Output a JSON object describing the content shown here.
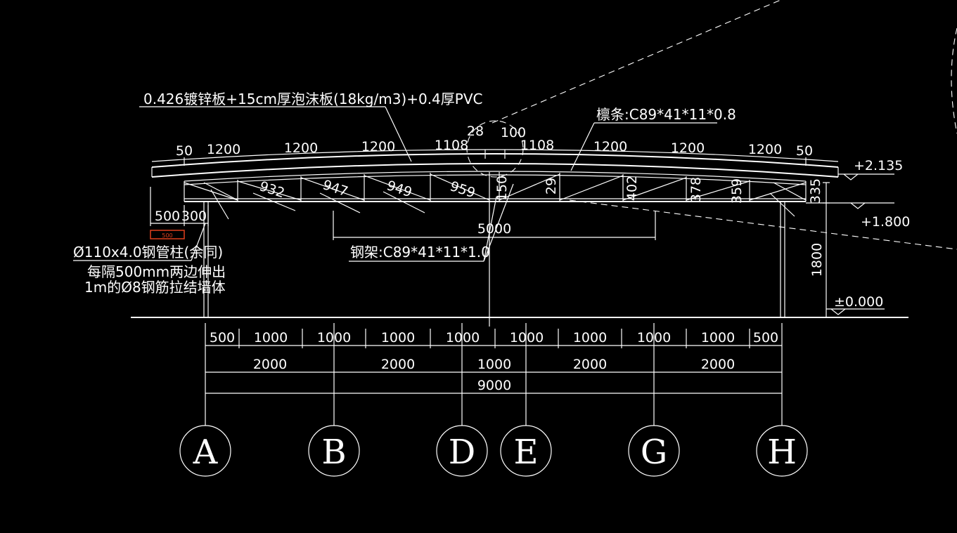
{
  "notes": {
    "roof_spec": "0.426镀锌板+15cm厚泡沫板(18kg/m3)+0.4厚PVC",
    "purlin_spec": "檩条:C89*41*11*0.8",
    "truss_spec": "钢架:C89*41*11*1.0",
    "column_spec": "Ø110x4.0钢管柱(余同)",
    "rebar_line1": "每隔500mm两边伸出",
    "rebar_line2": "1m的Ø8钢筋拉结墙体",
    "red_label": "500"
  },
  "top_dims": {
    "left": [
      "50",
      "1200",
      "1200",
      "1200",
      "1108"
    ],
    "right": [
      "1108",
      "1200",
      "1200",
      "1200",
      "50"
    ],
    "center_a": "28",
    "center_b": "100"
  },
  "member_lengths": [
    "932",
    "947",
    "949",
    "959",
    "150",
    "29",
    "402",
    "378",
    "359",
    "335"
  ],
  "left_dims": [
    "500",
    "300"
  ],
  "span_5000": "5000",
  "elevations": {
    "top": "+2.135",
    "eave": "+1.800",
    "ground": "±0.000",
    "height": "1800"
  },
  "bottom_dims": {
    "row1": [
      "500",
      "1000",
      "1000",
      "1000",
      "1000",
      "1000",
      "1000",
      "1000",
      "1000",
      "500"
    ],
    "row2": [
      "2000",
      "2000",
      "1000",
      "2000",
      "2000"
    ],
    "total": "9000"
  },
  "axes": [
    "A",
    "B",
    "D",
    "E",
    "G",
    "H"
  ]
}
